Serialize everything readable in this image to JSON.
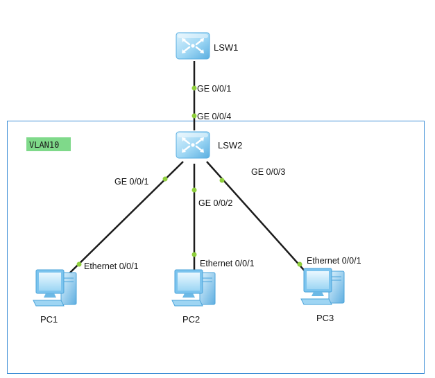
{
  "colors": {
    "vlan_border": "#3f8fd6",
    "vlan_tag_bg": "#7fd98a",
    "link": "#1c1c1c",
    "port_dot": "#8fcf3c",
    "switch_light": "#bde6fb",
    "switch_mid": "#8fcff2",
    "switch_dark": "#5aaee0",
    "pc_light": "#c7e9fb",
    "pc_mid": "#8ccdf1",
    "pc_dark": "#4aa3da"
  },
  "vlan": {
    "label": "VLAN10"
  },
  "devices": {
    "lsw1": {
      "label": "LSW1",
      "icon": "switch-icon"
    },
    "lsw2": {
      "label": "LSW2",
      "icon": "switch-icon"
    },
    "pc1": {
      "label": "PC1",
      "icon": "pc-icon"
    },
    "pc2": {
      "label": "PC2",
      "icon": "pc-icon"
    },
    "pc3": {
      "label": "PC3",
      "icon": "pc-icon"
    }
  },
  "links": {
    "uplink": {
      "lsw1_port": "GE 0/0/1",
      "lsw2_port": "GE 0/0/4"
    },
    "pc1": {
      "switch_port": "GE 0/0/1",
      "pc_port": "Ethernet 0/0/1"
    },
    "pc2": {
      "switch_port": "GE 0/0/2",
      "pc_port": "Ethernet 0/0/1"
    },
    "pc3": {
      "switch_port": "GE 0/0/3",
      "pc_port": "Ethernet 0/0/1"
    }
  }
}
